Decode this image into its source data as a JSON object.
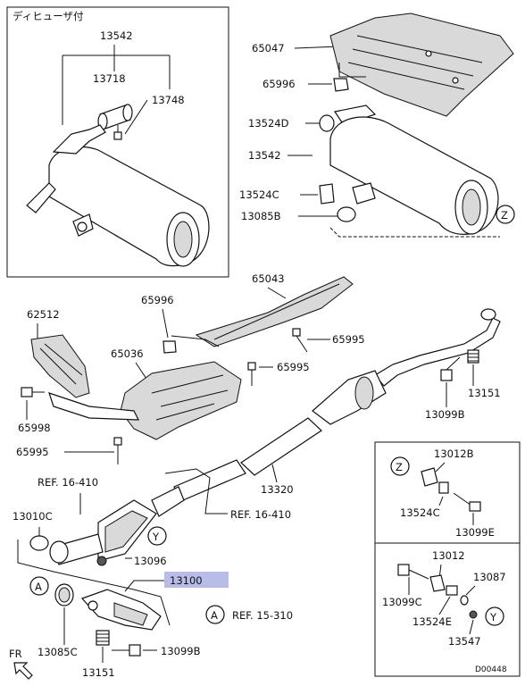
{
  "callouts": {
    "diffuser_note": "ディヒューザ付",
    "p13542_a": "13542",
    "p13718": "13718",
    "p13748": "13748",
    "p65047": "65047",
    "p65996_a": "65996",
    "p13524D": "13524D",
    "p13542_b": "13542",
    "p13524C_a": "13524C",
    "p13085B": "13085B",
    "p65043": "65043",
    "p62512": "62512",
    "p65996_b": "65996",
    "p65995_a": "65995",
    "p65036": "65036",
    "p65995_b": "65995",
    "p13151_a": "13151",
    "p65998": "65998",
    "p13099B_a": "13099B",
    "p65995_c": "65995",
    "p13320": "13320",
    "ref16410_a": "REF. 16-410",
    "p13010C": "13010C",
    "ref16410_b": "REF. 16-410",
    "p13096": "13096",
    "p13100": "13100",
    "ref15310": "REF. 15-310",
    "p13085C": "13085C",
    "p13151_b": "13151",
    "p13099B_b": "13099B",
    "fr": "FR",
    "p13012B": "13012B",
    "p13524C_b": "13524C",
    "p13099E": "13099E",
    "p13012": "13012",
    "p13087": "13087",
    "p13099C": "13099C",
    "p13524E": "13524E",
    "p13547": "13547",
    "diagram_id": "D00448"
  },
  "circle_markers": {
    "z_top": "Z",
    "y_mid": "Y",
    "a_left": "A",
    "a_ref": "A",
    "z_box": "Z",
    "y_box": "Y"
  },
  "highlight_color": "#b8bce8"
}
